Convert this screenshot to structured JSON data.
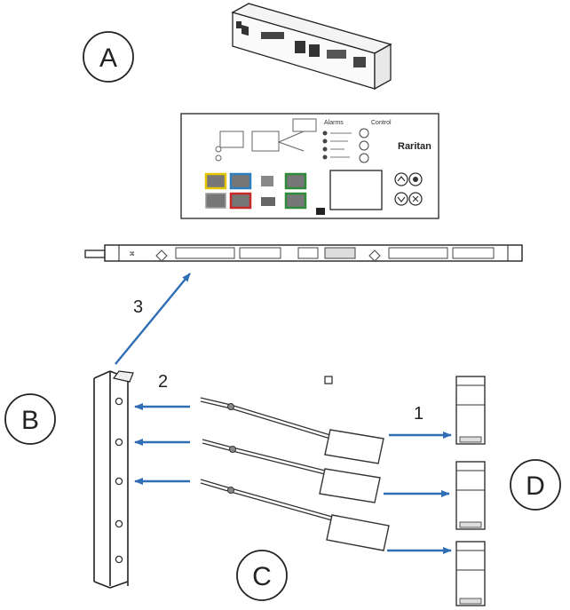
{
  "figure": {
    "callouts": [
      "A",
      "B",
      "C",
      "D"
    ],
    "steps": [
      "1",
      "2",
      "3"
    ]
  },
  "panel": {
    "brand": "Raritan",
    "alarm_heading": "Alarms",
    "control_heading": "Control"
  },
  "colors": {
    "arrow": "#2f6db5",
    "line": "#222222",
    "panel_outline": "#333333",
    "port_yellow": "#e2c400",
    "port_blue": "#2d7fc0",
    "port_red": "#c82828",
    "port_green": "#2e8b3a"
  }
}
